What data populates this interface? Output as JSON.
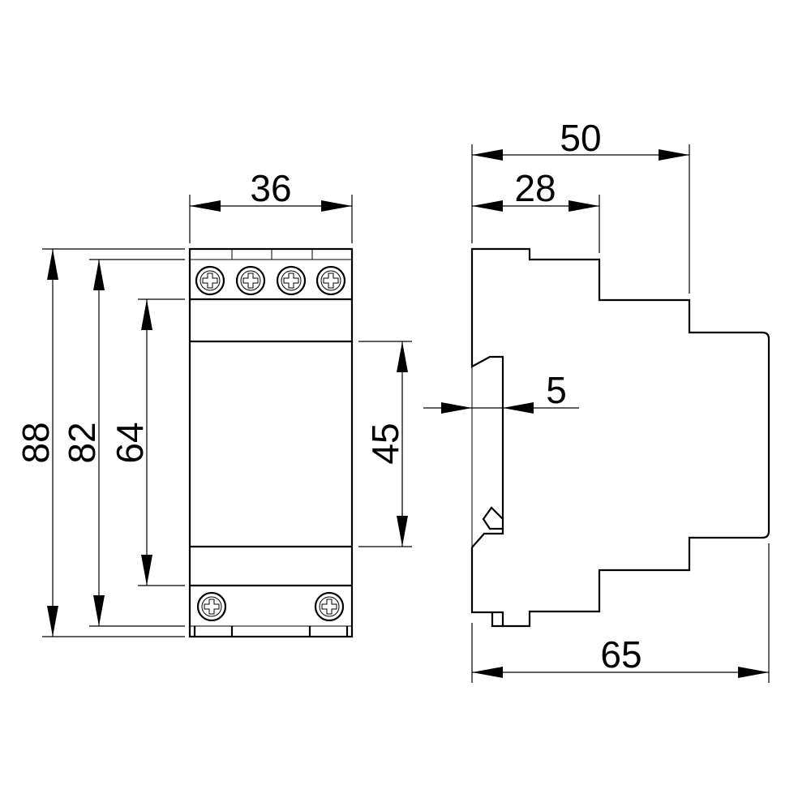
{
  "dimensions": {
    "front_width": "36",
    "front_height_total": "88",
    "front_height_body": "82",
    "front_height_mid": "64",
    "front_height_window": "45",
    "side_depth_top": "50",
    "side_depth_step": "28",
    "side_rail_offset": "5",
    "side_depth_total": "65"
  },
  "colors": {
    "line": "#000000",
    "background": "#ffffff"
  },
  "icons": {
    "terminal_screw": "terminal-screw-icon"
  }
}
